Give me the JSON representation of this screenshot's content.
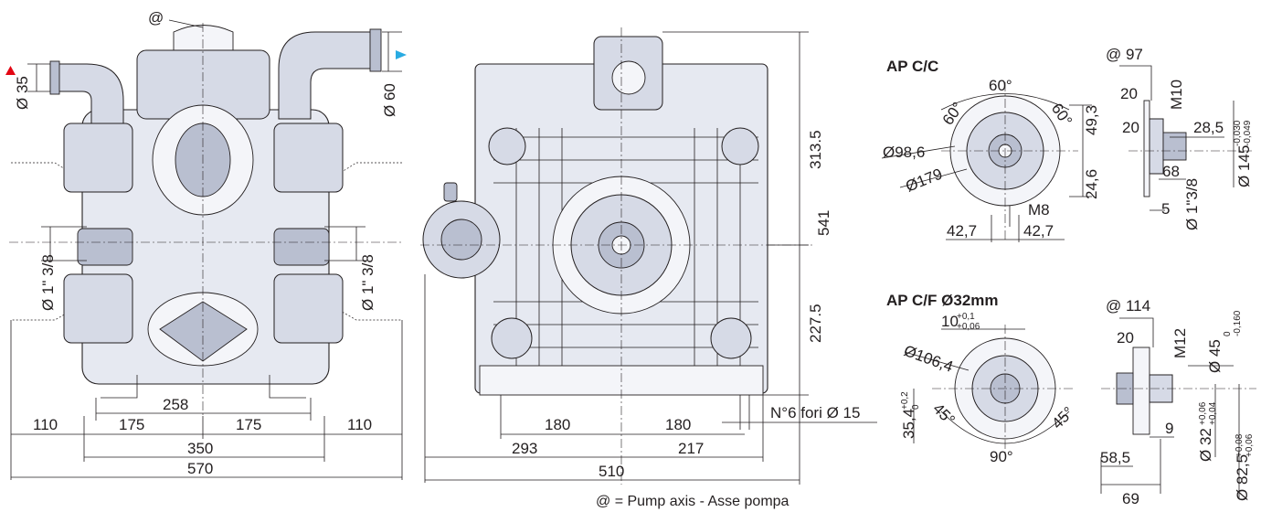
{
  "labels": {
    "pump_axis_mark": "@",
    "front": {
      "inlet_dia": "Ø 35",
      "outlet_dia": "Ø 60",
      "thread_left": "Ø 1\" 3/8",
      "thread_right": "Ø 1\" 3/8",
      "d258": "258",
      "d110_left": "110",
      "d175_left": "175",
      "d175_right": "175",
      "d110_right": "110",
      "d350": "350",
      "d570": "570"
    },
    "side": {
      "h313": "313.5",
      "h541": "541",
      "h227": "227.5",
      "holes": "N°6 fori Ø 15",
      "d180_left": "180",
      "d180_right": "180",
      "d293": "293",
      "d217": "217",
      "d510": "510"
    },
    "cc": {
      "title": "AP C/C",
      "a60_top": "60°",
      "a60_left": "60°",
      "a60_right": "60°",
      "d98": "Ø98,6",
      "d179": "Ø179",
      "h49": "49,3",
      "h24": "24,6",
      "m8": "M8",
      "w42_left": "42,7",
      "w42_right": "42,7",
      "axis97": "@ 97",
      "d20a": "20",
      "d20b": "20",
      "m10": "M10",
      "d28": "28,5",
      "d145": "Ø 145",
      "tol145_up": "-0,030",
      "tol145_lo": "-0,049",
      "d68": "68",
      "thread": "Ø 1\"3/8",
      "d5": "5"
    },
    "cf": {
      "title": "AP C/F Ø32mm",
      "d10": "10",
      "tol10_up": "+0,1",
      "tol10_lo": "+0,06",
      "d106": "Ø106,4",
      "d35": "35,4",
      "tol35_up": "+0,2",
      "tol35_lo": "0",
      "a45_left": "45°",
      "a45_right": "45°",
      "a90": "90°",
      "axis114": "@ 114",
      "d20": "20",
      "m12": "M12",
      "d45": "Ø 45",
      "tol45_up": "0",
      "tol45_lo": "-0,160",
      "d9": "9",
      "d32": "Ø 32",
      "tol32_up": "+0,06",
      "tol32_lo": "+0,04",
      "d82": "Ø 82,5",
      "tol82_up": "+0,08",
      "tol82_lo": "+0,06",
      "d58": "58,5",
      "d69": "69"
    },
    "caption": "@ = Pump axis - Asse pompa"
  },
  "colors": {
    "inlet_marker": "#e30613",
    "outlet_marker": "#29abe2",
    "body_fill": "#e6e9f1",
    "line": "#231f20"
  }
}
